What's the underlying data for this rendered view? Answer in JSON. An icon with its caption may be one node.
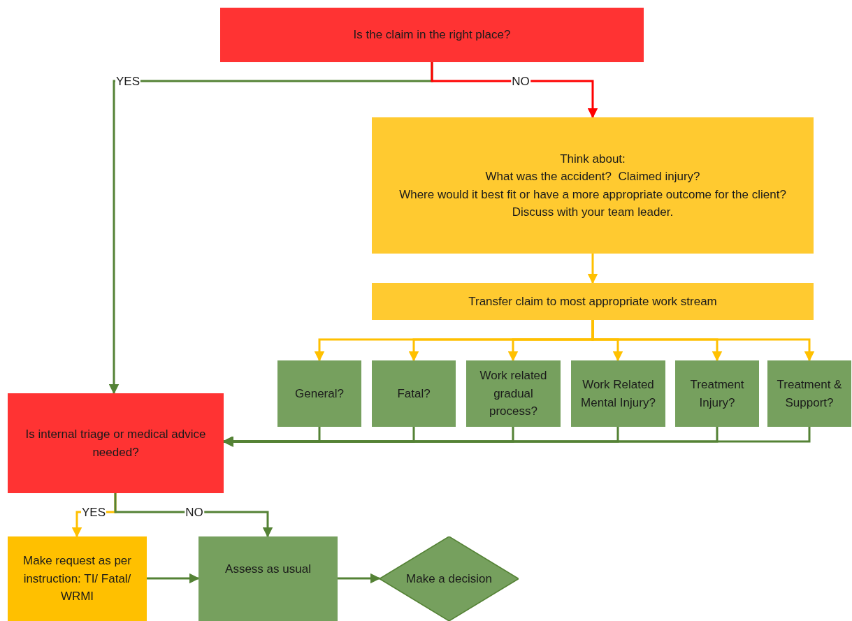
{
  "diagram": {
    "nodes": [
      {
        "text": [
          "Is the claim in the right place?"
        ]
      },
      {
        "text": [
          "Think about:",
          "What was the accident?  Claimed injury?",
          "Where would it best fit or have a more appropriate outcome for the client?",
          "Discuss with your team leader."
        ]
      },
      {
        "text": [
          "Transfer claim to most appropriate work stream"
        ]
      },
      {
        "text": [
          "General?"
        ]
      },
      {
        "text": [
          "Fatal?"
        ]
      },
      {
        "text": [
          "Work related gradual process?"
        ]
      },
      {
        "text": [
          "Work Related Mental Injury?"
        ]
      },
      {
        "text": [
          "Treatment Injury?"
        ]
      },
      {
        "text": [
          "Treatment & Support?"
        ]
      },
      {
        "text": [
          "Is internal triage or medical advice needed?"
        ]
      },
      {
        "text": [
          "Make request as per instruction: TI/ Fatal/ WRMI"
        ]
      },
      {
        "text": [
          "Assess as usual"
        ]
      },
      {
        "text": [
          "Make a decision"
        ]
      }
    ],
    "edges": [
      {
        "from": 0,
        "to": 9,
        "arrow": "to",
        "label": "YES"
      },
      {
        "from": 0,
        "to": 1,
        "arrow": "to",
        "label": "NO",
        "color": "#ff0000"
      },
      {
        "from": 1,
        "to": 2,
        "arrow": "to",
        "color": "#ffc000"
      },
      {
        "from": 2,
        "to": 3,
        "arrow": "to",
        "color": "#ffc000"
      },
      {
        "from": 2,
        "to": 4,
        "arrow": "to",
        "color": "#ffc000"
      },
      {
        "from": 2,
        "to": 5,
        "arrow": "to",
        "color": "#ffc000"
      },
      {
        "from": 2,
        "to": 6,
        "arrow": "to",
        "color": "#ffc000"
      },
      {
        "from": 2,
        "to": 7,
        "arrow": "to",
        "color": "#ffc000"
      },
      {
        "from": 2,
        "to": 8,
        "arrow": "to",
        "color": "#ffc000"
      },
      {
        "from": 3,
        "to": 9,
        "arrow": "to"
      },
      {
        "from": 4,
        "to": 9,
        "arrow": "to"
      },
      {
        "from": 5,
        "to": 9,
        "arrow": "to"
      },
      {
        "from": 6,
        "to": 9,
        "arrow": "to"
      },
      {
        "from": 7,
        "to": 9,
        "arrow": "to"
      },
      {
        "from": 8,
        "to": 9,
        "arrow": "to"
      },
      {
        "from": 9,
        "to": 10,
        "arrow": "to",
        "label": "YES",
        "color": "#ffc000"
      },
      {
        "from": 9,
        "to": 11,
        "arrow": "to",
        "label": "NO"
      },
      {
        "from": 10,
        "to": 11,
        "arrow": "to"
      },
      {
        "from": 11,
        "to": 12,
        "arrow": "to"
      }
    ]
  }
}
